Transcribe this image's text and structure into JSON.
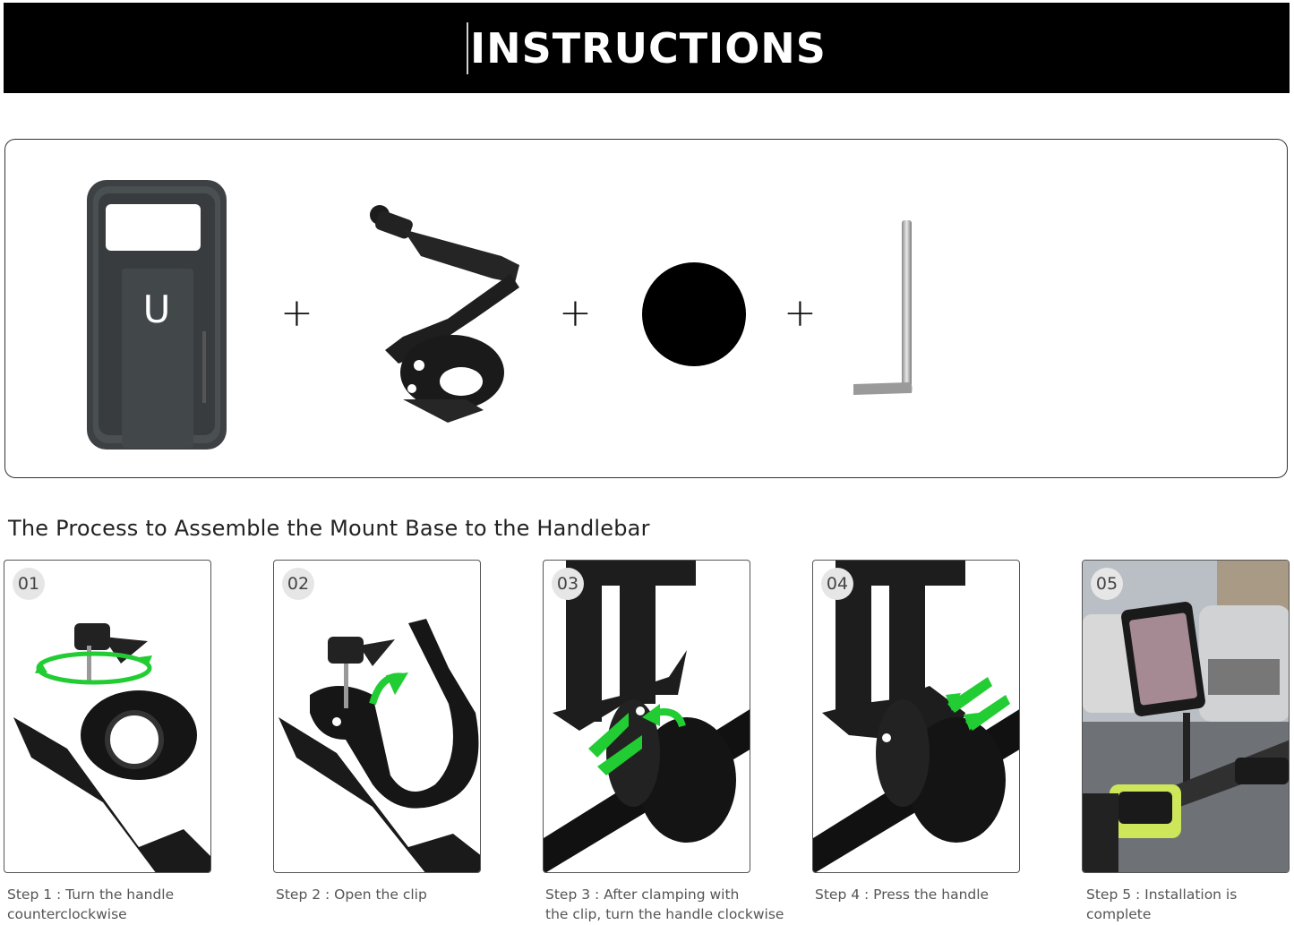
{
  "header": {
    "title": "INSTRUCTIONS"
  },
  "parts": {
    "items": [
      {
        "name": "phone-case",
        "icon": "magnetic-phone-case-icon"
      },
      {
        "name": "mount-arm",
        "icon": "handlebar-mount-arm-icon"
      },
      {
        "name": "adhesive-disc",
        "icon": "black-disc-icon"
      },
      {
        "name": "hex-key",
        "icon": "allen-key-icon"
      }
    ],
    "separator": "+"
  },
  "process": {
    "title": "The Process to Assemble the Mount Base to the Handlebar",
    "steps": [
      {
        "number": "01",
        "caption_line1": "Step 1 :  Turn the handle",
        "caption_line2": "counterclockwise"
      },
      {
        "number": "02",
        "caption_line1": "Step 2 :  Open the clip",
        "caption_line2": ""
      },
      {
        "number": "03",
        "caption_line1": "Step 3 :  After clamping with",
        "caption_line2": "the clip, turn the handle clockwise"
      },
      {
        "number": "04",
        "caption_line1": "Step 4 :  Press the handle",
        "caption_line2": ""
      },
      {
        "number": "05",
        "caption_line1": "Step 5 :  Installation is complete",
        "caption_line2": ""
      }
    ]
  },
  "colors": {
    "arrow": "#22cc33",
    "header_bg": "#000000",
    "mount": "#1a1a1a"
  }
}
